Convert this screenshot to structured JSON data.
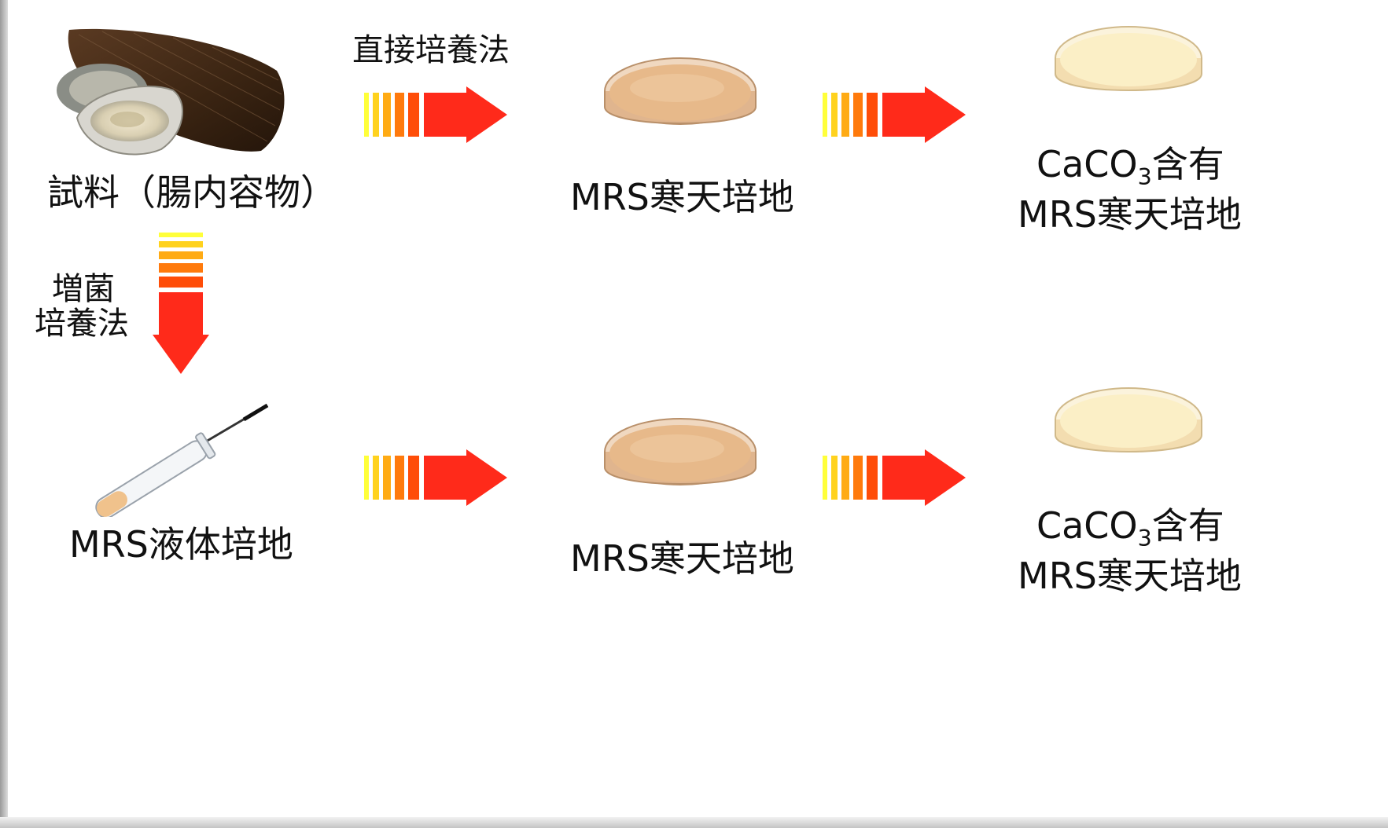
{
  "labels": {
    "sample": "試料（腸内容物）",
    "direct_method": "直接培養法",
    "enrichment_line1": "増菌",
    "enrichment_line2": "培養法",
    "mrs_liquid": "MRS液体培地",
    "mrs_agar_top": "MRS寒天培地",
    "mrs_agar_bottom": "MRS寒天培地",
    "caco3_top_prefix": "CaCO",
    "caco3_top_sub": "3",
    "caco3_top_suffix": "含有",
    "caco3_top_line2": "MRS寒天培地",
    "caco3_bottom_prefix": "CaCO",
    "caco3_bottom_sub": "3",
    "caco3_bottom_suffix": "含有",
    "caco3_bottom_line2": "MRS寒天培地"
  },
  "colors": {
    "arrow_red": "#ff2a1a",
    "arrow_stripes": [
      "#ffff3a",
      "#ffd21e",
      "#ffab14",
      "#ff7a0c",
      "#ff4d08"
    ],
    "mrs_agar_fill": "#e7b98a",
    "caco3_agar_fill": "#fbefc6"
  }
}
